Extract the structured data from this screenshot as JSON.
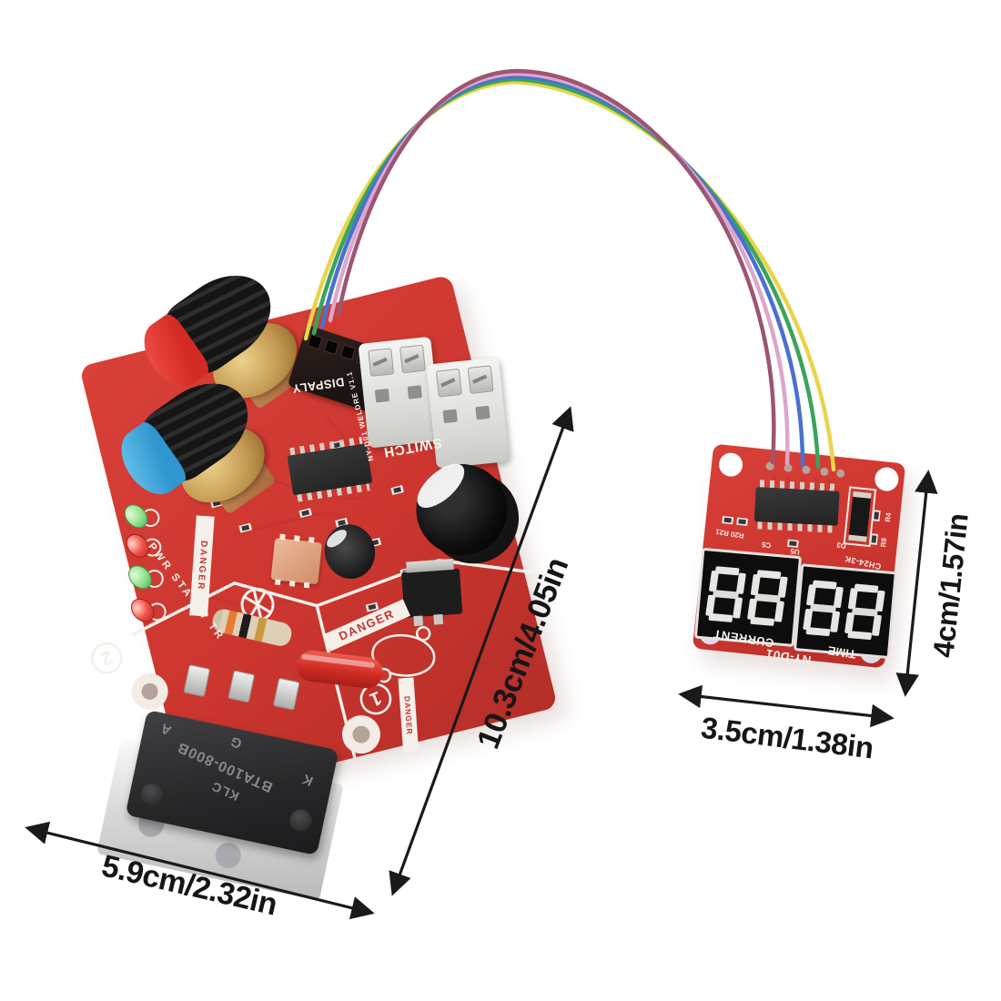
{
  "colors": {
    "background": "#ffffff",
    "pcb_red": "#cc362f",
    "silkscreen": "#f5f0ea",
    "dimension_ink": "#1a1a1a",
    "knob_cap_red": "#e03c35",
    "knob_cap_blue": "#3fa8e0",
    "led_green": "#8ee08a",
    "led_red": "#f15049",
    "wire_colors": [
      "#e8d44c",
      "#3aa45c",
      "#4a70d0",
      "#dca6cc",
      "#9c5572"
    ]
  },
  "main_board": {
    "silkscreen": {
      "display_port": "DISPALY",
      "switch": "SWITCH",
      "model": "NY-D01 WELDRE V1.1",
      "danger_a": "DANGER",
      "danger_b": "DANGER",
      "danger_c": "DANGER",
      "led_labels": "PWR STA SW TR",
      "zone1": "1",
      "zone2": "2"
    },
    "triac": {
      "brand": "KLC",
      "part_number": "BTA100-800B",
      "pin_a": "A",
      "pin_g": "G",
      "pin_k": "K"
    }
  },
  "display_board": {
    "labels": {
      "current": "CURRENT",
      "time": "TIME",
      "model": "NY-D01",
      "part": "CH24-3K"
    },
    "refs": {
      "r20_r21": "R20 R21",
      "u5": "U5",
      "c5": "C5",
      "d3": "D3",
      "r4": "R4",
      "r8": "R8"
    },
    "current_digits": "88",
    "time_digits": "88"
  },
  "dimensions": {
    "board_length": "10.3cm/4.05in",
    "board_width": "5.9cm/2.32in",
    "display_width": "3.5cm/1.38in",
    "display_height": "4cm/1.57in"
  }
}
